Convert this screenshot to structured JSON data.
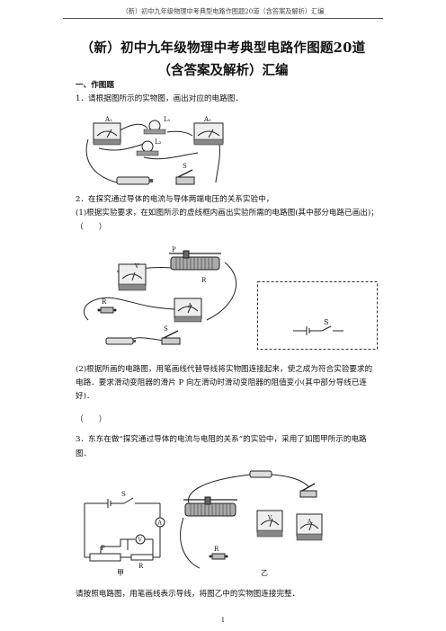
{
  "header": "（新）初中九年级物理中考典型电路作图题20道（含答案及解析）汇编",
  "title_line1": "（新）初中九年级物理中考典型电路作图题20道",
  "title_line2": "（含答案及解析）汇编",
  "section1": "一、作图题",
  "q1": "1．请根据图所示的实物图，画出对应的电路图．",
  "q2_intro": "2．在探究通过导体的电流与导体两端电压的关系实验中，",
  "q2_p1": "(1)根据实验要求，在如图所示的虚线框内画出实验所需的电路图(其中部分电路已画出)；",
  "paren": "（　　）",
  "q2_p2_l1": "(2)根据所画的电路图，用笔画线代替导线将实物图连接起来，使之成为符合实验要求的",
  "q2_p2_l2": "电路．要求滑动变阻器的滑片 P 向左滑动时滑动变阻器的阻值变小(其中部分导线已连",
  "q2_p2_l3": "好)．",
  "q3_l1": "3．东东在做“探究通过导体的电流与电阻的关系”的实验中，采用了如图甲所示的电路",
  "q3_l2": "图．",
  "q3_end": "请按照电路图，用笔画线表示导线，将图乙中的实物图连接完整．",
  "page_number": "1",
  "labels": {
    "a1": "A₁",
    "l1": "L₁",
    "a2": "A₂",
    "l2": "L₂",
    "s": "S",
    "p": "P",
    "r": "R",
    "v": "V",
    "a": "A",
    "jia": "甲",
    "yi": "乙"
  }
}
